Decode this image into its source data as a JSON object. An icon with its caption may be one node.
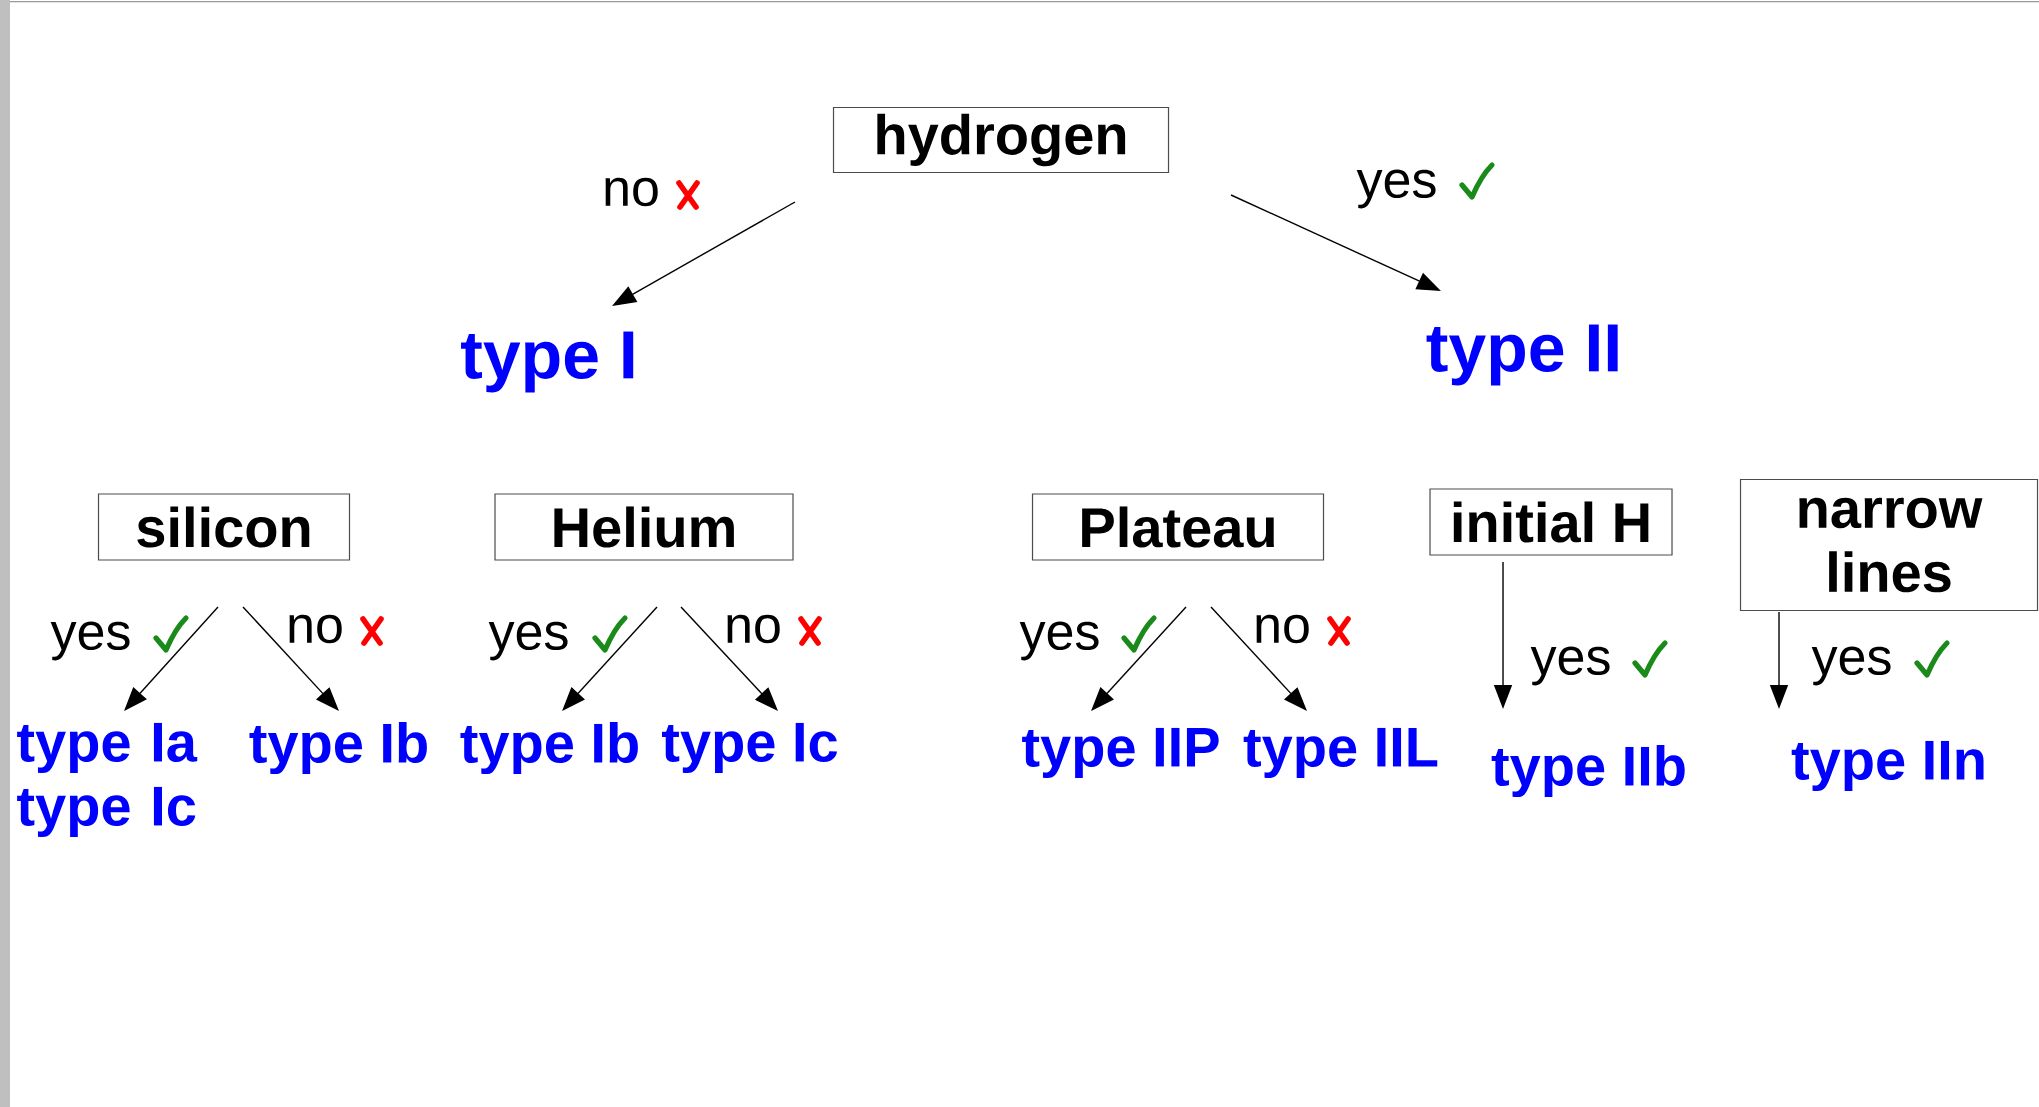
{
  "diagram": {
    "nodes": [
      {
        "text": [
          "hydrogen"
        ]
      },
      {
        "text": [
          "type I"
        ]
      },
      {
        "text": [
          "type II"
        ]
      },
      {
        "text": [
          "silicon"
        ]
      },
      {
        "text": [
          "Helium"
        ]
      },
      {
        "text": [
          "Plateau"
        ]
      },
      {
        "text": [
          "initial H"
        ]
      },
      {
        "text": [
          "narrow lines"
        ]
      },
      {
        "text": [
          "type Ia type Ic"
        ]
      },
      {
        "text": [
          "type Ib"
        ]
      },
      {
        "text": [
          "type Ib"
        ]
      },
      {
        "text": [
          "type Ic"
        ]
      },
      {
        "text": [
          "type IIP"
        ]
      },
      {
        "text": [
          "type IIL"
        ]
      },
      {
        "text": [
          "type IIb"
        ]
      },
      {
        "text": [
          "type IIn"
        ]
      }
    ],
    "edges": [
      {
        "from": 0,
        "to": 1,
        "arrow": "to",
        "label": "no"
      },
      {
        "from": 0,
        "to": 2,
        "arrow": "to",
        "label": "yes"
      },
      {
        "from": 3,
        "to": 8,
        "arrow": "to",
        "label": "yes"
      },
      {
        "from": 3,
        "to": 9,
        "arrow": "to",
        "label": "no"
      },
      {
        "from": 4,
        "to": 10,
        "arrow": "to",
        "label": "yes"
      },
      {
        "from": 4,
        "to": 11,
        "arrow": "to",
        "label": "no"
      },
      {
        "from": 5,
        "to": 12,
        "arrow": "to",
        "label": "yes"
      },
      {
        "from": 5,
        "to": 13,
        "arrow": "to",
        "label": "no"
      },
      {
        "from": 6,
        "to": 14,
        "arrow": "to",
        "label": "yes"
      },
      {
        "from": 7,
        "to": 15,
        "arrow": "to",
        "label": "yes"
      }
    ]
  }
}
